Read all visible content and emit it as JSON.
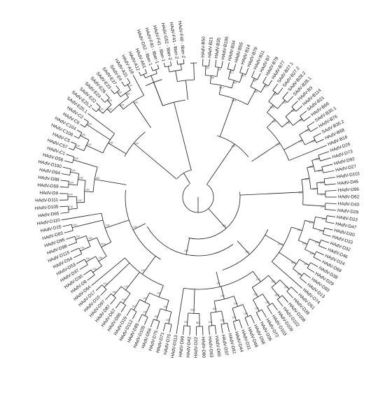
{
  "figure": {
    "type": "circular-phylogenetic-tree",
    "colors": {
      "branch": "#1a1a1a",
      "label": "#111111",
      "support": "#444444",
      "background": "#ffffff"
    },
    "taxa": [
      "HAdV-B50",
      "HAdV-B21",
      "HAdV-B35",
      "HAdV-B106",
      "HAdV-B34",
      "HAdV-B55",
      "HAdV-B14",
      "HAdV-B79",
      "HAdV-B11",
      "HAdV-B7",
      "HAdV-B78",
      "HAdV-B77",
      "SAdV-B27.1",
      "SAdV-B27.2",
      "SAdV-B28.2",
      "SAdV-B28.1",
      "HAdV-B3",
      "HAdV-B114",
      "SAdV-B21",
      "HAdV-B66",
      "SAdV-B35.1",
      "HAdV-B76",
      "SAdV-B35.2",
      "HAdV-B68",
      "HAdV-B16",
      "HAdV-D26",
      "HAdV-D73",
      "HAdV-D92",
      "HAdV-D27",
      "HAdV-D101",
      "HAdV-D45",
      "HAdV-D96",
      "HAdV-D62",
      "HAdV-D43",
      "HAdV-D28",
      "HAdV-D23",
      "HAdV-D47",
      "HAdV-D20",
      "HAdV-D33",
      "HAdV-D32",
      "HAdV-D46",
      "HAdV-D24",
      "HAdV-D69",
      "HAdV-D38",
      "HAdV-D29",
      "HAdV-D93",
      "HAdV-D13",
      "HAdV-D74",
      "HAdV-D51",
      "HAdV-D39",
      "HAdV-D108",
      "HAdV-D102",
      "HAdV-D109",
      "HAdV-D103",
      "HAdV-D72",
      "HAdV-D36",
      "HAdV-D58",
      "HAdV-D48",
      "HAdV-D31",
      "HAdV-D44",
      "HAdV-D81",
      "HAdV-D37",
      "HAdV-D60",
      "HAdV-D63",
      "HAdV-D80",
      "HAdV-D22",
      "HAdV-D42",
      "HAdV-D99",
      "HAdV-D113",
      "HAdV-D70",
      "HAdV-D71",
      "HAdV-D75",
      "HAdV-D56",
      "HAdV-D105",
      "HAdV-D85",
      "HAdV-D112",
      "HAdV-D19",
      "HAdV-D86",
      "HAdV-D67",
      "HAdV-D87",
      "HAdV-D97",
      "HAdV-D10",
      "HAdV-D17",
      "HAdV-D64",
      "HAdV-D8",
      "HAdV-D30",
      "HAdV-D37",
      "HAdV-D53",
      "HAdV-D54",
      "HAdV-D115",
      "HAdV-D98",
      "HAdV-D95",
      "HAdV-D83",
      "HAdV-D15",
      "HAdV-D110",
      "HAdV-D65",
      "HAdV-D105",
      "HAdV-D111",
      "HAdV-D9",
      "HAdV-D59",
      "HAdV-D88",
      "HAdV-D94",
      "HAdV-D100",
      "HAdV-D56",
      "HAdV-C1",
      "HAdV-C57",
      "HAdV-C5",
      "HAdV-C108",
      "HAdV-C104",
      "HAdV-C6",
      "HAdV-C2",
      "SAdV-E25.1",
      "SAdV-E25.2",
      "SAdV-E22",
      "SAdV-E24",
      "SAdV-E26",
      "SAdV-E23",
      "SAdV-E37",
      "SAdV-E4",
      "HAdV-A31",
      "HAdV-A18",
      "HAdV-A12",
      "HAdV-A61",
      "HAdV-G52 - fiber-1",
      "HAdV-F40 - fiber-1",
      "HAdV-F41 - fiber-1",
      "HAdV-G52 - fiber-2",
      "HAdV-F41 - fiber-2",
      "HAdV-F40 - fiber-2"
    ],
    "support_values": [
      "100",
      "100",
      "98.1",
      "99.3",
      "100",
      "100",
      "100",
      "100",
      "100",
      "99.7",
      "98.6",
      "100",
      "100",
      "100",
      "100",
      "100",
      "100",
      "99.8",
      "100",
      "100",
      "100",
      "100",
      "100",
      "100",
      "100",
      "100",
      "99.9",
      "100",
      "100",
      "100",
      "100",
      "100",
      "100",
      "100",
      "100",
      "100",
      "100",
      "100",
      "99.2",
      "100",
      "99.9",
      "100",
      "99.8",
      "100",
      "98.5",
      "100",
      "100",
      "100",
      "100",
      "100",
      "100",
      "98.1",
      "100",
      "100",
      "100",
      "100",
      "100",
      "99.6",
      "100",
      "100",
      "100",
      "100",
      "100",
      "100",
      "100",
      "100",
      "100",
      "100",
      "100",
      "100",
      "100",
      "100",
      "100",
      "100",
      "100",
      "100",
      "100",
      "100",
      "100",
      "100",
      "99.8",
      "100",
      "100",
      "100",
      "100",
      "100",
      "100",
      "100",
      "100",
      "100",
      "100",
      "100",
      "100",
      "100",
      "100",
      "100",
      "100",
      "100",
      "100",
      "100",
      "100",
      "100",
      "100",
      "100",
      "100",
      "100",
      "100",
      "100",
      "100"
    ]
  }
}
